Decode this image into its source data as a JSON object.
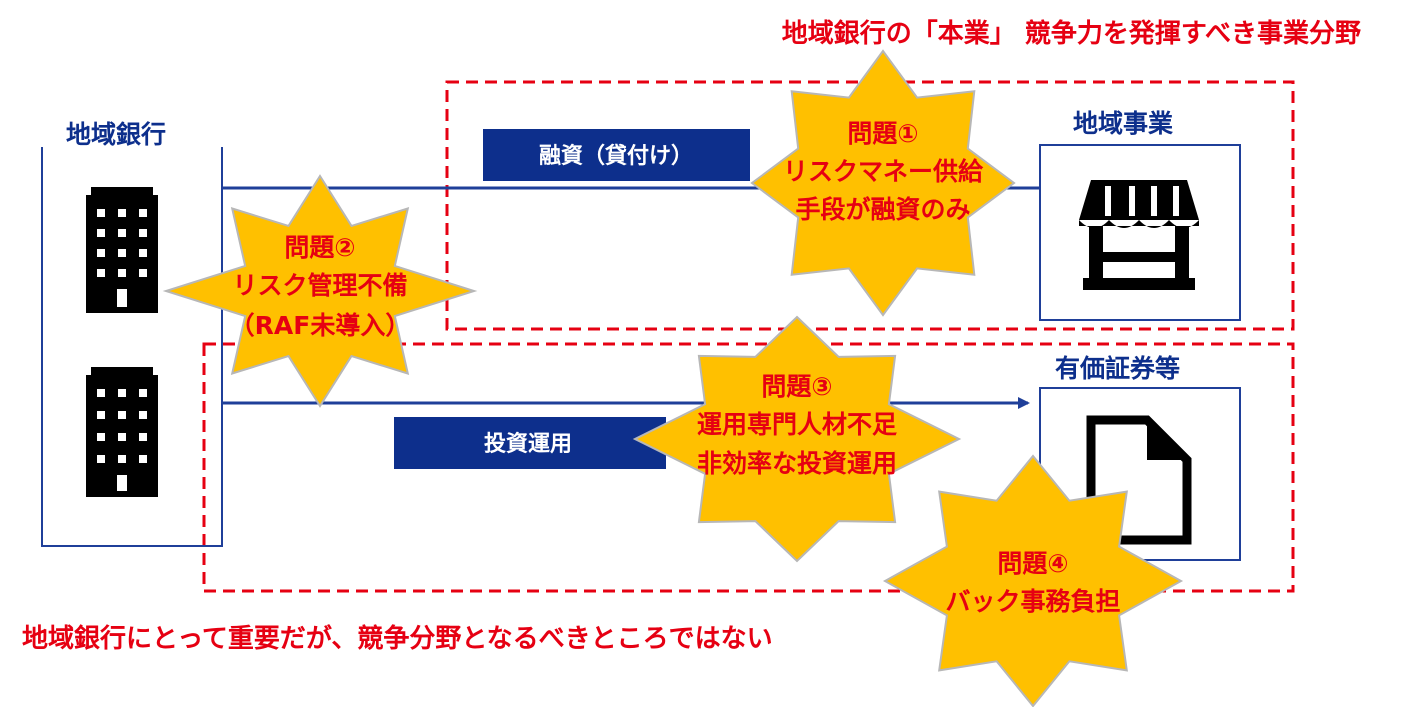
{
  "colors": {
    "red": "#e60012",
    "navy": "#0d2f8c",
    "star_fill": "#ffc000",
    "star_stroke": "#b7b7b7",
    "arrow": "#1f3f99",
    "icon": "#000000",
    "white": "#ffffff"
  },
  "top_caption": "地域銀行の「本業」 競争力を発揮すべき事業分野",
  "bottom_caption": "地域銀行にとって重要だが、競争分野となるべきところではない",
  "bank": {
    "label": "地域銀行",
    "icon": "office-building-icon"
  },
  "business": {
    "label": "地域事業",
    "icon": "storefront-icon"
  },
  "securities": {
    "label": "有価証券等",
    "icon": "document-icon"
  },
  "loan_tag": "融資（貸付け）",
  "invest_tag": "投資運用",
  "problems": [
    {
      "title": "問題①",
      "line1": "リスクマネー供給",
      "line2": "手段が融資のみ"
    },
    {
      "title": "問題②",
      "line1": "リスク管理不備",
      "line2": "（RAF未導入）"
    },
    {
      "title": "問題③",
      "line1": "運用専門人材不足",
      "line2": "非効率な投資運用"
    },
    {
      "title": "問題④",
      "line1": "バック事務負担",
      "line2": ""
    }
  ]
}
